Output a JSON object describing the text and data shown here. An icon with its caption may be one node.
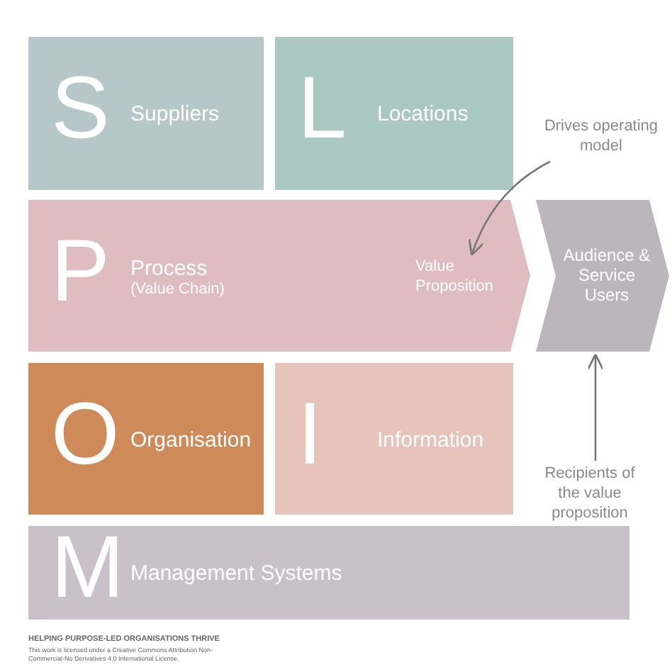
{
  "diagram": {
    "nodes": [
      {
        "text": [
          "S",
          "Suppliers"
        ]
      },
      {
        "text": [
          "L",
          "Locations"
        ]
      },
      {
        "text": [
          "P",
          "Process",
          "(Value Chain)"
        ]
      },
      {
        "text": [
          "Value Proposition"
        ],
        "in": 2
      },
      {
        "text": [
          "Audience & Service Users"
        ]
      },
      {
        "text": [
          "O",
          "Organisation"
        ]
      },
      {
        "text": [
          "I",
          "Information"
        ]
      },
      {
        "text": [
          "M",
          "Management Systems"
        ]
      },
      {
        "text": [
          "Drives operating model"
        ]
      },
      {
        "text": [
          "Recipients of the value proposition"
        ]
      }
    ],
    "edges": [
      {
        "from": 8,
        "to": 3,
        "arrow": "to"
      },
      {
        "from": 9,
        "to": 4,
        "arrow": "to"
      }
    ],
    "labels": [
      "HELPING PURPOSE-LED ORGANISATIONS THRIVE",
      "This work is licensed under a Creative Commons Attribution Non-Commercial-No Derivatives 4.0 International License."
    ]
  }
}
